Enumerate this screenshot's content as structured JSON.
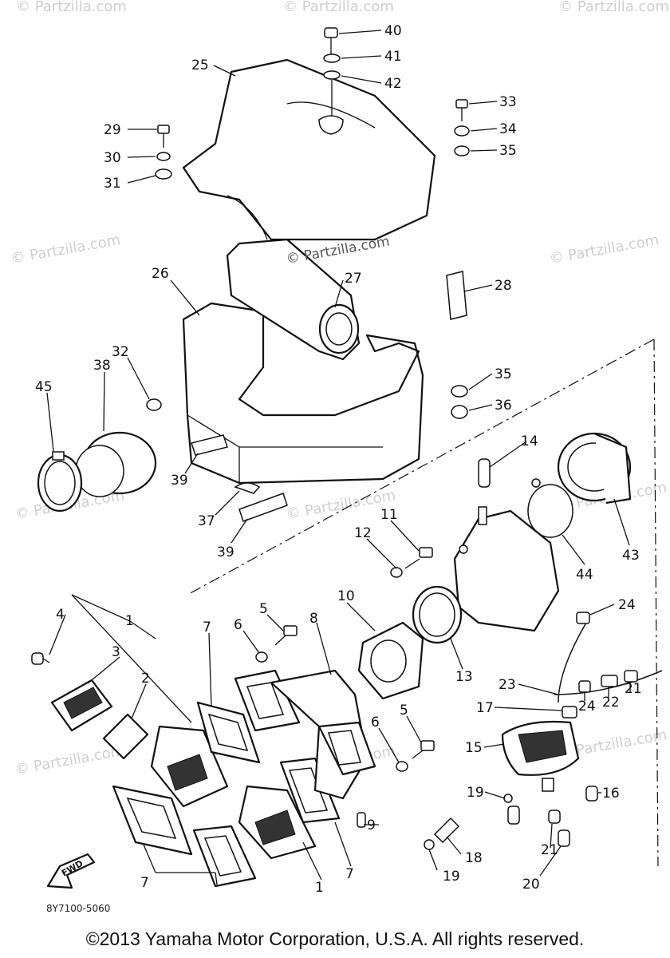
{
  "watermark": "© Partzilla.com",
  "center_watermark": "© Partzilla.com",
  "ref_code": "8Y7100-5060",
  "fwd_label": "FWD",
  "copyright": "©2013 Yamaha Motor Corporation, U.S.A. All rights reserved.",
  "labels": {
    "p1a": "1",
    "p1b": "1",
    "p2": "2",
    "p3": "3",
    "p4": "4",
    "p5a": "5",
    "p5b": "5",
    "p6a": "6",
    "p6b": "6",
    "p7a": "7",
    "p7b": "7",
    "p7c": "7",
    "p8": "8",
    "p9": "9",
    "p10": "10",
    "p11": "11",
    "p12": "12",
    "p13": "13",
    "p14": "14",
    "p15": "15",
    "p16": "16",
    "p17": "17",
    "p18": "18",
    "p19a": "19",
    "p19b": "19",
    "p20": "20",
    "p21a": "21",
    "p21b": "21",
    "p22": "22",
    "p23": "23",
    "p24a": "24",
    "p24b": "24",
    "p25": "25",
    "p26": "26",
    "p27": "27",
    "p28": "28",
    "p29": "29",
    "p30": "30",
    "p31": "31",
    "p32": "32",
    "p33": "33",
    "p34": "34",
    "p35a": "35",
    "p35b": "35",
    "p36": "36",
    "p37": "37",
    "p38": "38",
    "p39a": "39",
    "p39b": "39",
    "p40": "40",
    "p41": "41",
    "p42": "42",
    "p43": "43",
    "p44": "44",
    "p45": "45"
  }
}
